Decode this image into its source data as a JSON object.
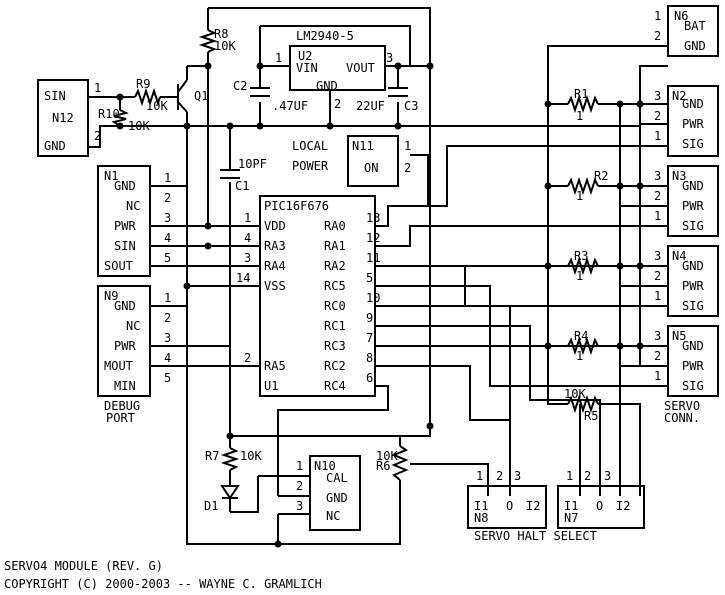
{
  "title": "SERVO4 MODULE (REV. G)",
  "copyright": "COPYRIGHT (C) 2000-2003 -- WAYNE C. GRAMLICH",
  "regulator": {
    "part": "LM2940-5",
    "ref": "U2",
    "vin": "VIN",
    "vout": "VOUT",
    "gnd": "GND",
    "p1": "1",
    "p2": "2",
    "p3": "3"
  },
  "caps": {
    "c2": "C2",
    "c2v": ".47UF",
    "c3": "C3",
    "c3v": "22UF",
    "c1": "C1",
    "c1v": "10PF"
  },
  "resistors": {
    "r8": "R8",
    "r8v": "10K",
    "r9": "R9",
    "r9v": "10K",
    "r10": "R10",
    "r10v": "10K",
    "r7": "R7",
    "r7v": "10K",
    "r6": "R6",
    "r6v": "10K",
    "r5": "R5",
    "r5v": "10K",
    "r1": "R1",
    "r2": "R2",
    "r3": "R3",
    "r4": "R4",
    "rv": "1"
  },
  "transistor": "Q1",
  "diode": "D1",
  "mcu": {
    "ref": "U1",
    "part": "PIC16F676",
    "left": [
      {
        "num": "1",
        "name": "VDD"
      },
      {
        "num": "4",
        "name": "RA3"
      },
      {
        "num": "3",
        "name": "RA4"
      },
      {
        "num": "14",
        "name": "VSS"
      },
      {
        "num": "2",
        "name": "RA5"
      }
    ],
    "right": [
      {
        "num": "13",
        "name": "RA0"
      },
      {
        "num": "12",
        "name": "RA1"
      },
      {
        "num": "11",
        "name": "RA2"
      },
      {
        "num": "5",
        "name": "RC5"
      },
      {
        "num": "10",
        "name": "RC0"
      },
      {
        "num": "9",
        "name": "RC1"
      },
      {
        "num": "7",
        "name": "RC3"
      },
      {
        "num": "8",
        "name": "RC2"
      },
      {
        "num": "6",
        "name": "RC4"
      }
    ]
  },
  "n12": {
    "ref": "N12",
    "sin": "SIN",
    "gnd": "GND",
    "p1": "1",
    "p2": "2"
  },
  "n1": {
    "ref": "N1",
    "pins": [
      {
        "num": "1",
        "name": "GND"
      },
      {
        "num": "2",
        "name": "NC"
      },
      {
        "num": "3",
        "name": "PWR"
      },
      {
        "num": "4",
        "name": "SIN"
      },
      {
        "num": "5",
        "name": "SOUT"
      }
    ]
  },
  "n9": {
    "ref": "N9",
    "pins": [
      {
        "num": "1",
        "name": "GND"
      },
      {
        "num": "2",
        "name": "NC"
      },
      {
        "num": "3",
        "name": "PWR"
      },
      {
        "num": "4",
        "name": "MOUT"
      },
      {
        "num": "5",
        "name": "MIN"
      }
    ],
    "label1": "DEBUG",
    "label2": "PORT"
  },
  "n6": {
    "ref": "N6",
    "p1": "1",
    "p2": "2",
    "bat": "BAT",
    "gnd": "GND"
  },
  "servo": [
    {
      "ref": "N2",
      "gnd": "GND",
      "pwr": "PWR",
      "sig": "SIG"
    },
    {
      "ref": "N3",
      "gnd": "GND",
      "pwr": "PWR",
      "sig": "SIG"
    },
    {
      "ref": "N4",
      "gnd": "GND",
      "pwr": "PWR",
      "sig": "SIG"
    },
    {
      "ref": "N5",
      "gnd": "GND",
      "pwr": "PWR",
      "sig": "SIG"
    }
  ],
  "servo_pins": {
    "a": "3",
    "b": "2",
    "c": "1"
  },
  "servo_label1": "SERVO",
  "servo_label2": "CONN.",
  "n11": {
    "ref": "N11",
    "on": "ON",
    "p1": "1",
    "p2": "2",
    "label1": "LOCAL",
    "label2": "POWER"
  },
  "n10": {
    "ref": "N10",
    "cal": "CAL",
    "gnd": "GND",
    "nc": "NC",
    "p1": "1",
    "p2": "2",
    "p3": "3"
  },
  "n8": {
    "ref": "N8",
    "i1": "I1",
    "o": "O",
    "i2": "I2",
    "p1": "1",
    "p2": "2",
    "p3": "3"
  },
  "n7": {
    "ref": "N7",
    "i1": "I1",
    "o": "O",
    "i2": "I2",
    "p1": "1",
    "p2": "2",
    "p3": "3"
  },
  "halt_label": "SERVO HALT SELECT"
}
